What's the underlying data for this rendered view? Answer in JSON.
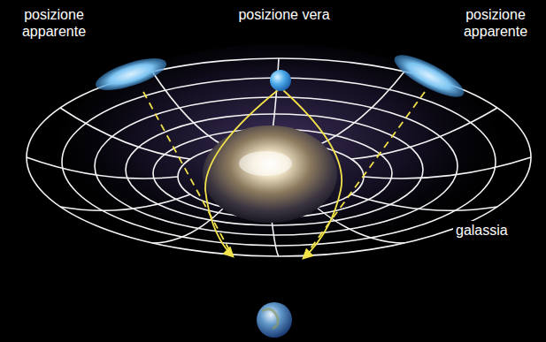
{
  "diagram": {
    "labels": [
      "posizione apparente",
      "posizione vera",
      "posizione apparente",
      "galassia"
    ]
  }
}
